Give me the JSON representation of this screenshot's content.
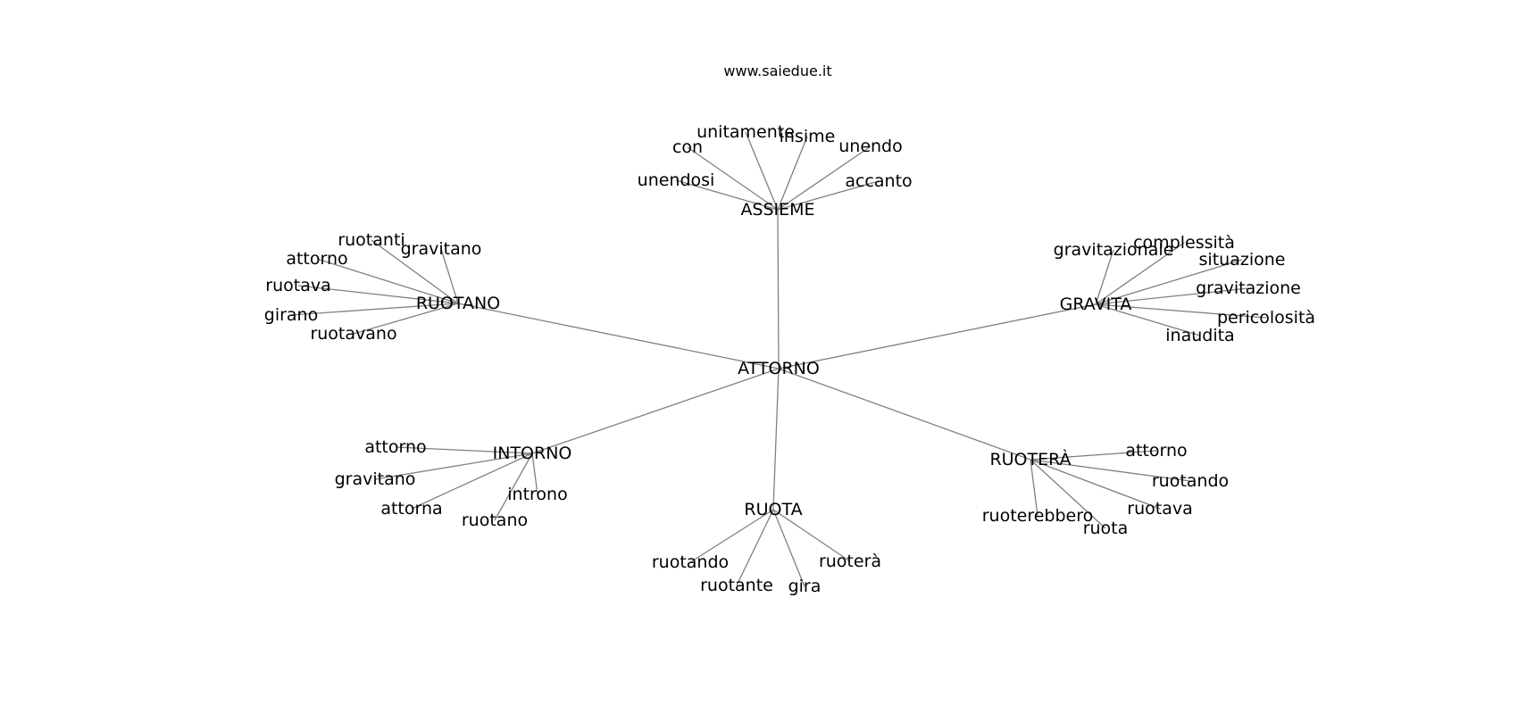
{
  "header": {
    "caption": "www.saiedue.it"
  },
  "graph": {
    "edge_color": "#808080",
    "text_color": "#000000",
    "center": {
      "id": "attorno",
      "label": "ATTORNO"
    },
    "groups": [
      {
        "id": "assieme",
        "label": "ASSIEME",
        "leaves": [
          "unitamente",
          "insime",
          "con",
          "unendo",
          "unendosi",
          "accanto"
        ]
      },
      {
        "id": "ruotano",
        "label": "RUOTANO",
        "leaves": [
          "ruotanti",
          "gravitano",
          "attorno",
          "ruotava",
          "girano",
          "ruotavano"
        ]
      },
      {
        "id": "gravita",
        "label": "GRAVITA",
        "leaves": [
          "gravitazionale",
          "complessità",
          "situazione",
          "gravitazione",
          "pericolosità",
          "inaudita"
        ]
      },
      {
        "id": "intorno",
        "label": "INTORNO",
        "leaves": [
          "attorno",
          "gravitano",
          "attorna",
          "introno",
          "ruotano"
        ]
      },
      {
        "id": "ruota",
        "label": "RUOTA",
        "leaves": [
          "ruotando",
          "ruotante",
          "gira",
          "ruoterà"
        ]
      },
      {
        "id": "ruotera",
        "label": "RUOTERÀ",
        "leaves": [
          "attorno",
          "ruotando",
          "ruotava",
          "ruoterebbero",
          "ruota"
        ]
      }
    ]
  }
}
